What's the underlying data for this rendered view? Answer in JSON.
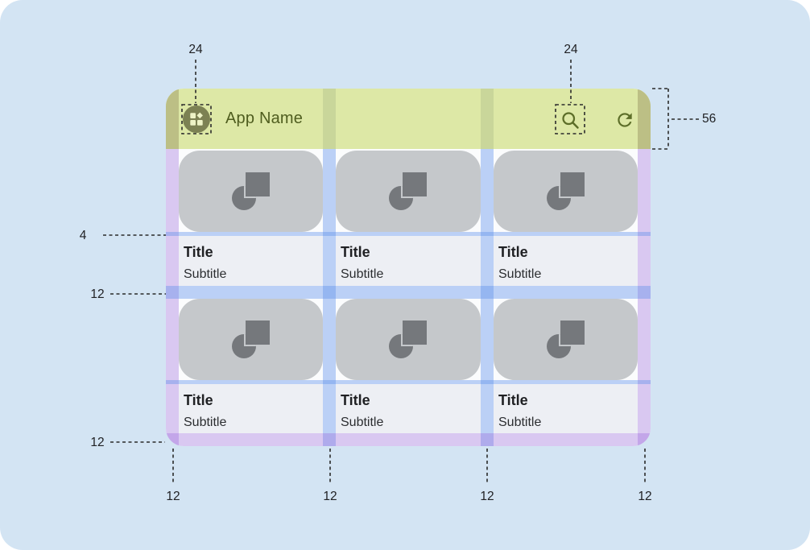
{
  "appbar": {
    "title": "App Name",
    "icons": [
      "app-logo-dashboard",
      "search",
      "refresh"
    ]
  },
  "cards": [
    {
      "title": "Title",
      "subtitle": "Subtitle"
    },
    {
      "title": "Title",
      "subtitle": "Subtitle"
    },
    {
      "title": "Title",
      "subtitle": "Subtitle"
    },
    {
      "title": "Title",
      "subtitle": "Subtitle"
    },
    {
      "title": "Title",
      "subtitle": "Subtitle"
    },
    {
      "title": "Title",
      "subtitle": "Subtitle"
    }
  ],
  "annotations": {
    "appbar_icon_size": "24",
    "action_icon_size": "24",
    "appbar_height": "56",
    "image_text_gap": "4",
    "row_spacing": "12",
    "bottom_margin": "12",
    "column_spacings": [
      "12",
      "12",
      "12",
      "12"
    ]
  },
  "colors": {
    "canvas_bg": "#d3e4f3",
    "appbar_highlight": "#dde8a6",
    "olive_icon": "#5c6d28",
    "appbar_text": "#4f5d1f",
    "margin_highlight_lavender": "#dccaf2",
    "gutter_highlight_blue": "#bed2f7",
    "card_image_gray": "#c5c8cb",
    "card_text_bg": "#edeff4",
    "icon_gray": "#75787c"
  }
}
